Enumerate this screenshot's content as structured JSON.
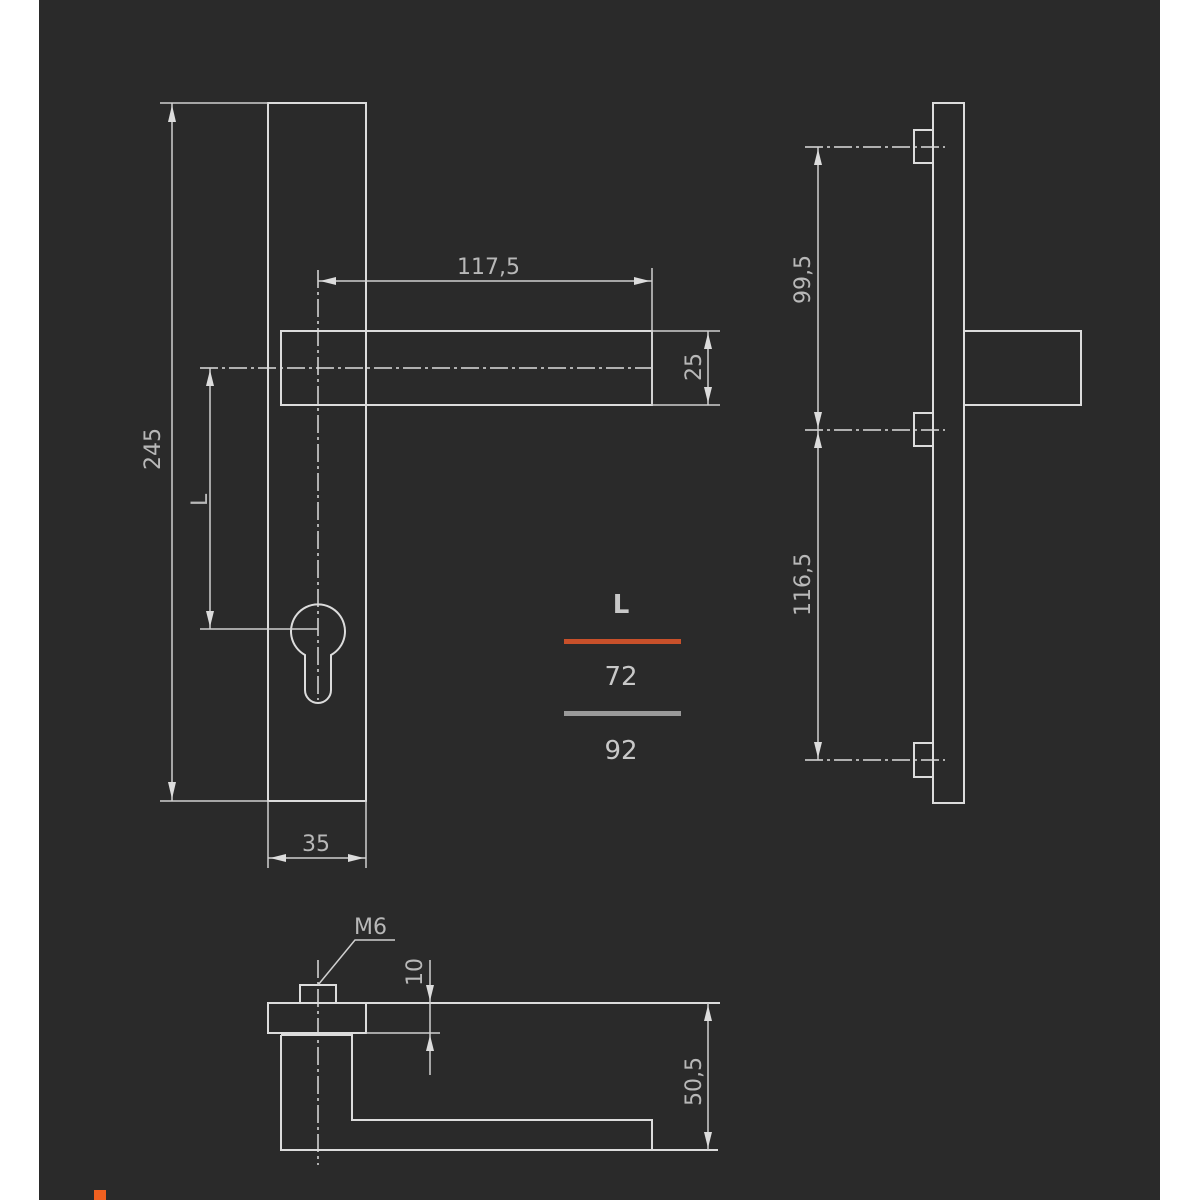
{
  "dimensions": {
    "plate_height": "245",
    "plate_width": "35",
    "lever_length": "117,5",
    "lever_width": "25",
    "distance_l": "L",
    "screw_upper_spacing": "99,5",
    "screw_lower_spacing": "116,5",
    "screw_thread": "M6",
    "rosette_offset": "10",
    "lever_projection": "50,5"
  },
  "legend": {
    "title": "L",
    "options": [
      "72",
      "92"
    ]
  },
  "colors": {
    "background": "#2a2a2a",
    "line": "#dcdcdc",
    "accent": "#c8502a",
    "separator": "#9a9a9a"
  }
}
